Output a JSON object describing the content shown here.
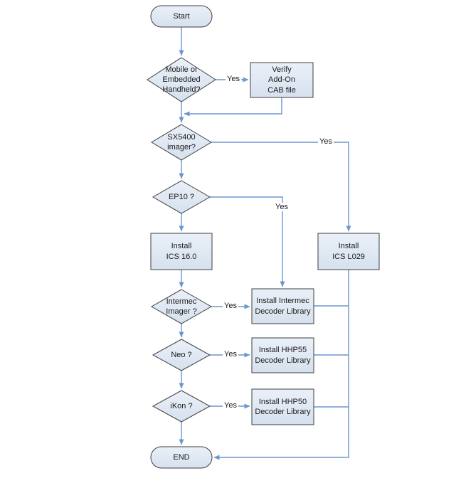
{
  "colors": {
    "node_fill_top": "#eaf0f8",
    "node_fill_bottom": "#d6e1ef",
    "node_border": "#3f3f3f",
    "connector": "#6b97cf",
    "text": "#1a1a1a",
    "background": "#ffffff"
  },
  "diagram": {
    "nodes": {
      "start": {
        "label": "Start",
        "type": "terminator"
      },
      "mobile": {
        "label": "Mobile or\nEmbedded\nHandheld?",
        "type": "decision"
      },
      "verify_cab": {
        "label": "Verify\nAdd-On\nCAB file",
        "type": "process"
      },
      "sx5400": {
        "label": "SX5400\nimager?",
        "type": "decision"
      },
      "ep10": {
        "label": "EP10 ?",
        "type": "decision"
      },
      "ics160": {
        "label": "Install\nICS 16.0",
        "type": "process"
      },
      "icsl029": {
        "label": "Install\nICS L029",
        "type": "process"
      },
      "intermec": {
        "label": "Intermec\nImager ?",
        "type": "decision"
      },
      "intermec_lib": {
        "label": "Install Intermec\nDecoder Library",
        "type": "process"
      },
      "neo": {
        "label": "Neo ?",
        "type": "decision"
      },
      "hhp55_lib": {
        "label": "Install HHP55\nDecoder Library",
        "type": "process"
      },
      "ikon": {
        "label": "iKon ?",
        "type": "decision"
      },
      "hhp50_lib": {
        "label": "Install HHP50\nDecoder Library",
        "type": "process"
      },
      "end": {
        "label": "END",
        "type": "terminator"
      }
    },
    "edge_labels": {
      "mobile_yes": "Yes",
      "sx5400_yes": "Yes",
      "ep10_yes": "Yes",
      "intermec_yes": "Yes",
      "neo_yes": "Yes",
      "ikon_yes": "Yes"
    }
  }
}
